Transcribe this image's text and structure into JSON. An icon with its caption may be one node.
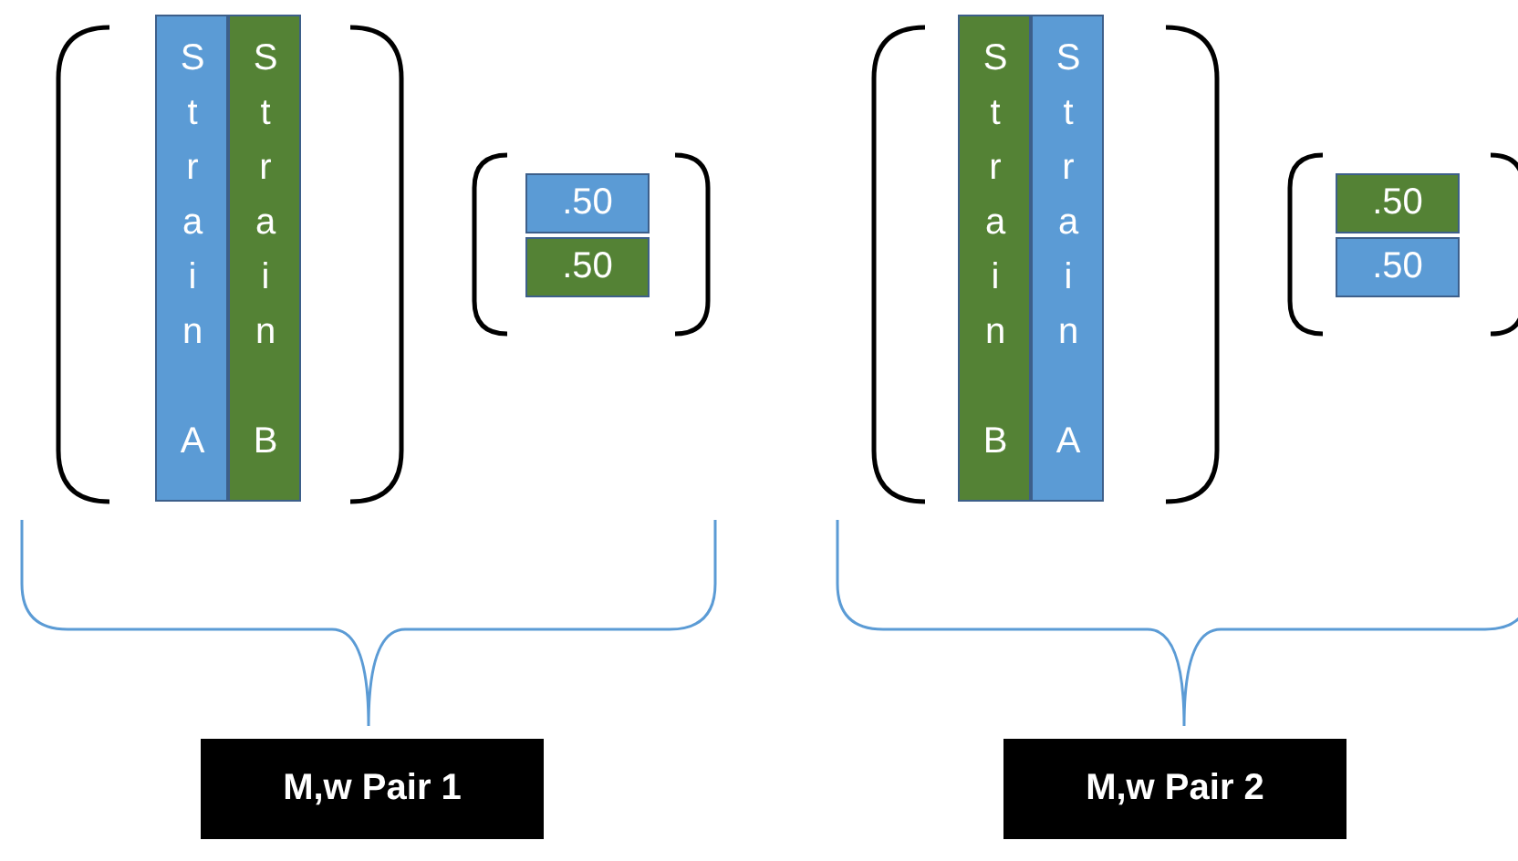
{
  "diagram": {
    "nodes": [
      {
        "text": [
          "Strain A"
        ]
      },
      {
        "text": [
          "Strain B"
        ]
      },
      {
        "text": [
          ".50"
        ]
      },
      {
        "text": [
          ".50"
        ]
      },
      {
        "text": [
          "M,w Pair 1"
        ]
      },
      {
        "text": [
          "Strain B"
        ]
      },
      {
        "text": [
          "Strain A"
        ]
      },
      {
        "text": [
          ".50"
        ]
      },
      {
        "text": [
          ".50"
        ]
      },
      {
        "text": [
          "M,w Pair 2"
        ]
      }
    ],
    "edges": []
  }
}
